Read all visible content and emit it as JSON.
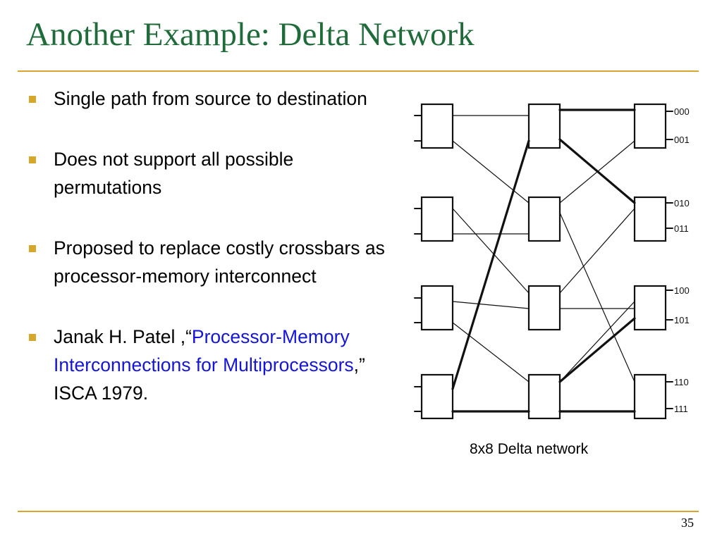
{
  "slide": {
    "title": "Another Example: Delta Network",
    "page_number": "35"
  },
  "bullets": [
    {
      "text": "Single path from source to destination"
    },
    {
      "text": "Does not support all possible permutations"
    },
    {
      "text": "Proposed to replace costly crossbars as processor-memory interconnect"
    },
    {
      "prefix": "Janak H. Patel ,“",
      "link": "Processor-Memory Interconnections for Multiprocessors",
      "suffix": ",” ISCA 1979."
    }
  ],
  "figure": {
    "caption": "8x8 Delta network",
    "output_labels": [
      "000",
      "001",
      "010",
      "011",
      "100",
      "101",
      "110",
      "111"
    ]
  },
  "colors": {
    "title": "#1f6b3a",
    "accent_rule": "#d6a72b",
    "bullet_marker": "#d6a72b",
    "link": "#1515d8"
  }
}
